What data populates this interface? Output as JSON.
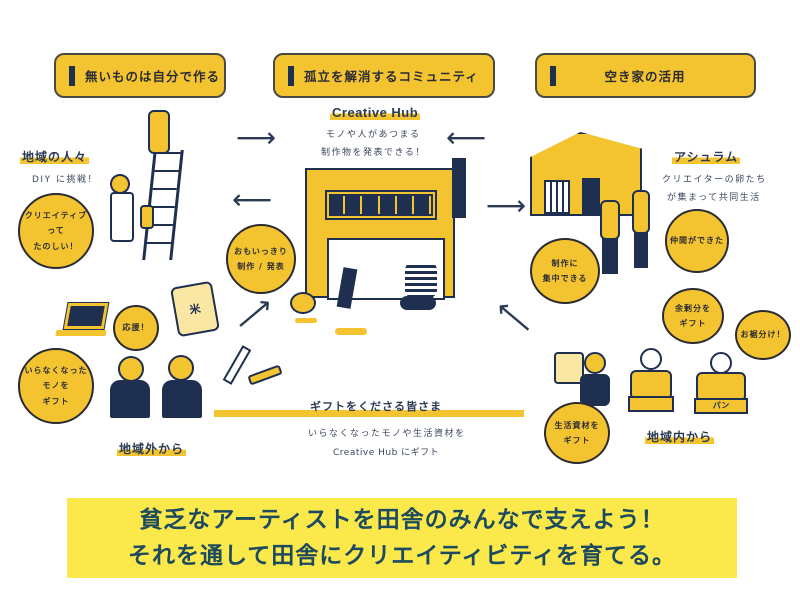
{
  "header_pills": [
    {
      "label": "無いものは自分で作る"
    },
    {
      "label": "孤立を解消するコミュニティ"
    },
    {
      "label": "空き家の活用"
    }
  ],
  "hub": {
    "title": "Creative Hub",
    "line1": "モノや人があつまる",
    "line2": "制作物を発表できる！",
    "bubble_line1": "おもいっきり",
    "bubble_line2": "制作 / 発表"
  },
  "local_people": {
    "heading": "地域の人々",
    "sub": "DIY に挑戦！",
    "bubble_line1": "クリエイティブ",
    "bubble_line2": "って",
    "bubble_line3": "たのしい！"
  },
  "ashuram": {
    "heading": "アシュラム",
    "line1": "クリエイターの卵たち",
    "line2": "が集まって共同生活",
    "bubble_friends": "仲間ができた",
    "bubble_focus_line1": "制作に",
    "bubble_focus_line2": "集中できる"
  },
  "outside": {
    "heading": "地域外から",
    "bubble_cheer": "応援！",
    "bubble_gift_line1": "いらなくなった",
    "bubble_gift_line2": "モノを",
    "bubble_gift_line3": "ギフト",
    "rice_bag_label": "米"
  },
  "givers": {
    "heading": "ギフトをくださる皆さま",
    "line1": "いらなくなったモノや生活資材を",
    "line2": "Creative Hub にギフト"
  },
  "inside": {
    "heading": "地域内から",
    "bubble_surplus_line1": "余剰分を",
    "bubble_surplus_line2": "ギフト",
    "bubble_share": "お裾分け！",
    "bubble_supplies_line1": "生活資材を",
    "bubble_supplies_line2": "ギフト",
    "bread_label": "パン"
  },
  "banner": {
    "line1": "貧乏なアーティストを田舎のみんなで支えよう！",
    "line2": "それを通して田舎にクリエイティビティを育てる。"
  },
  "colors": {
    "accent_yellow": "#f4c430",
    "navy": "#1f2f4f",
    "banner_bg": "#fbe84b",
    "banner_text": "#1c4a5e"
  }
}
